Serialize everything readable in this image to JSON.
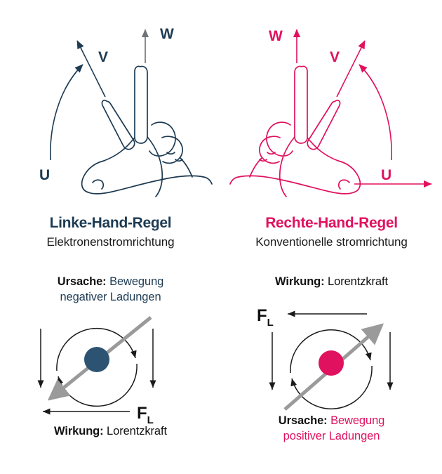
{
  "colors": {
    "navy": "#1d3b53",
    "navy_dark": "#17344a",
    "pink": "#e0115f",
    "gray_arrow": "#9a9a9a",
    "black": "#111111",
    "line_black": "#1a1a1a",
    "circle_blue": "#2d5373",
    "circle_pink": "#e0115f",
    "background": "#ffffff"
  },
  "left": {
    "hand": {
      "icon": "left-hand-three-finger-icon",
      "vector_labels": {
        "u": "U",
        "v": "V",
        "w": "W"
      }
    },
    "title": "Linke-Hand-Regel",
    "subtitle": "Elektronenstromrichtung",
    "cause": {
      "key": "Ursache:",
      "value_line1": "Bewegung",
      "value_line2": "negativer Ladungen"
    },
    "effect": {
      "key": "Wirkung:",
      "value": "Lorentzkraft"
    },
    "diagram": {
      "icon": "negative-charge-lorentz-force-icon",
      "force_label": "F",
      "force_subscript": "L"
    }
  },
  "right": {
    "hand": {
      "icon": "right-hand-three-finger-icon",
      "vector_labels": {
        "u": "U",
        "v": "V",
        "w": "W"
      }
    },
    "title": "Rechte-Hand-Regel",
    "subtitle": "Konventionelle stromrichtung",
    "effect": {
      "key": "Wirkung:",
      "value": "Lorentzkraft"
    },
    "cause": {
      "key": "Ursache:",
      "value_line1": "Bewegung",
      "value_line2": "positiver Ladungen"
    },
    "diagram": {
      "icon": "positive-charge-lorentz-force-icon",
      "force_label": "F",
      "force_subscript": "L"
    }
  }
}
